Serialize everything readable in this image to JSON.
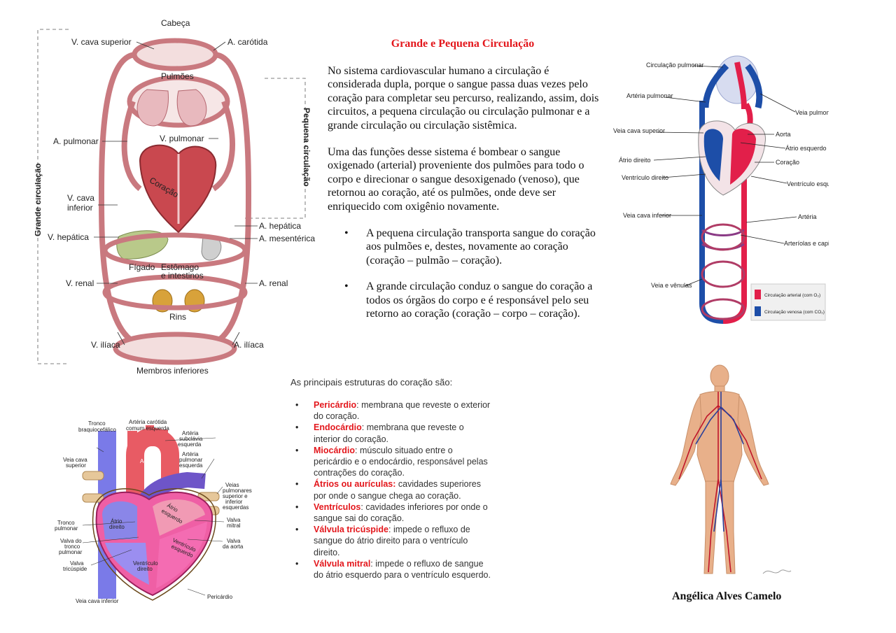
{
  "title": "Grande e Pequena Circulação",
  "paragraphs": [
    "No sistema cardiovascular humano a circulação é considerada dupla, porque o sangue passa duas vezes pelo coração para completar seu percurso, realizando, assim, dois circuitos, a pequena circulação ou circulação pulmonar e a grande circulação ou circulação sistêmica.",
    "Uma das funções desse sistema é bombear o sangue oxigenado (arterial) proveniente dos pulmões para todo o corpo e direcionar o sangue desoxigenado (venoso), que retornou ao coração, até os pulmões, onde deve ser enriquecido com oxigênio novamente."
  ],
  "bullets": [
    "A pequena circulação transporta sangue do coração aos pulmões e, destes, novamente ao coração (coração – pulmão – coração).",
    "A grande circulação conduz o sangue do coração a todos os órgãos do corpo e é responsável pelo seu retorno ao coração (coração – corpo – coração)."
  ],
  "structures": {
    "heading": "As principais estruturas do coração são:",
    "items": [
      {
        "term": "Pericárdio",
        "sep": ": ",
        "desc": "membrana que reveste o exterior do coração."
      },
      {
        "term": "Endocárdio",
        "sep": ": ",
        "desc": "membrana que reveste o interior do coração."
      },
      {
        "term": "Miocárdio",
        "sep": ": ",
        "desc": "músculo situado entre o pericárdio e o endocárdio, responsável pelas contrações do coração."
      },
      {
        "term": "Átrios ou aurículas:",
        "sep": " ",
        "desc": "cavidades superiores por onde o sangue chega ao coração."
      },
      {
        "term": "Ventrículos",
        "sep": ": ",
        "desc": "cavidades inferiores por onde o sangue sai do coração."
      },
      {
        "term": "Válvula tricúspide",
        "sep": ": ",
        "desc": "impede o refluxo de sangue do átrio direito para o ventrículo direito."
      },
      {
        "term": "Válvula mitral",
        "sep": ": ",
        "desc": "impede o refluxo de sangue do átrio esquerdo para o ventrículo esquerdo."
      }
    ]
  },
  "circulation_diagram": {
    "top": "Cabeça",
    "bottom": "Membros inferiores",
    "side_left": "Grande circulação",
    "side_right": "Pequena circulação",
    "lungs": "Pulmões",
    "heart": "Coração",
    "liver": "Fígado",
    "stomach_1": "Estômago",
    "stomach_2": "e intestinos",
    "kidneys": "Rins",
    "v_cava_superior": "V. cava superior",
    "a_carotida": "A. carótida",
    "a_pulmonar": "A. pulmonar",
    "v_pulmonar": "V. pulmonar",
    "v_cava_1": "V. cava",
    "v_cava_2": "inferior",
    "a_hepatica": "A. hepática",
    "a_mesenterica": "A. mesentérica",
    "v_hepatica": "V. hepática",
    "v_renal": "V. renal",
    "a_renal": "A. renal",
    "v_iliaca": "V. ilíaca",
    "a_iliaca": "A. ilíaca"
  },
  "vessel_diagram": {
    "circ_pulmonar": "Circulação pulmonar",
    "arteria_pulmonar": "Artéria pulmonar",
    "veia_pulmonar": "Veia pulmona",
    "veia_cava_superior": "Veia cava superior",
    "aorta": "Aorta",
    "atrio_esquerdo": "Átrio esquerdo",
    "atrio_direito": "Átrio direito",
    "coracao": "Coração",
    "ventriculo_direito": "Ventrículo direito",
    "ventriculo_esquerdo": "Ventrículo esquer",
    "veia_cava_inferior": "Veia cava inferior",
    "arteria": "Artéria",
    "arteriolas": "Arteríolas e capilar",
    "veia_venulas": "Veia e vênulas",
    "legend_arterial": "Circulação arterial (com O₂)",
    "legend_venosa": "Circulação venosa (com CO₂)"
  },
  "heart_diagram": {
    "tronco_1": "Tronco",
    "tronco_2": "braquiocefálico",
    "carotida_1": "Artéria carótida",
    "carotida_2": "comum esquerda",
    "subclavia_1": "Artéria",
    "subclavia_2": "subclávia",
    "subclavia_3": "esquerda",
    "veia_cava_sup_1": "Veia cava",
    "veia_cava_sup_2": "superior",
    "aorta": "Aorta",
    "art_pulm_1": "Artéria",
    "art_pulm_2": "pulmonar",
    "art_pulm_3": "esquerda",
    "veias_pulm_1": "Veias",
    "veias_pulm_2": "pulmonares",
    "veias_pulm_3": "superior e",
    "veias_pulm_4": "inferior",
    "veias_pulm_5": "esquerdas",
    "atrio_esq_1": "Átrio",
    "atrio_esq_2": "esquerdo",
    "atrio_dir_1": "Átrio",
    "atrio_dir_2": "direito",
    "tronco_pulm_1": "Tronco",
    "tronco_pulm_2": "pulmonar",
    "valva_mitral_1": "Valva",
    "valva_mitral_2": "mitral",
    "valva_tronco_1": "Valva do",
    "valva_tronco_2": "tronco",
    "valva_tronco_3": "pulmonar",
    "valva_aorta_1": "Valva",
    "valva_aorta_2": "da aorta",
    "vent_esq_1": "Ventrículo",
    "vent_esq_2": "esquerdo",
    "valva_tric_1": "Valva",
    "valva_tric_2": "tricúspide",
    "vent_dir_1": "Ventrículo",
    "vent_dir_2": "direito",
    "veia_cava_inf": "Veia cava inferior",
    "pericardio": "Pericárdio"
  },
  "author": "Angélica Alves Camelo",
  "colors": {
    "title_red": "#e3171c",
    "artery": "#e21f4a",
    "vein": "#1d4ea8",
    "diagram_vessel": "#c9797f"
  }
}
